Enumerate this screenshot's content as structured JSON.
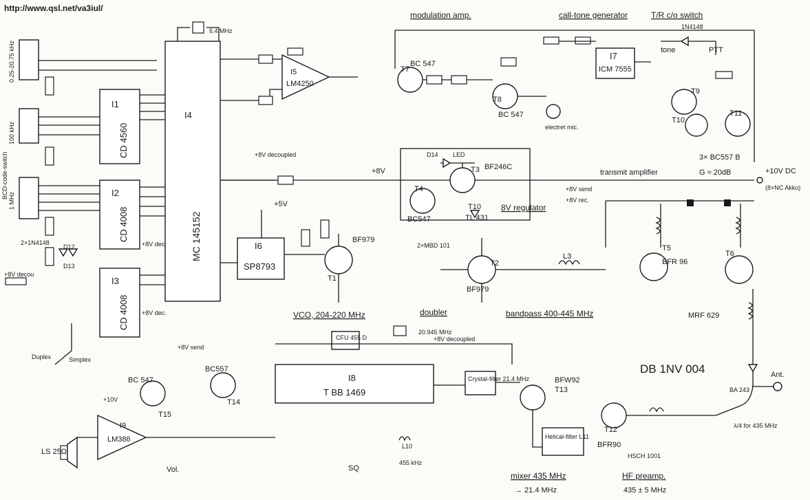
{
  "url": "http://www.qsl.net/va3iul/",
  "titles": {
    "modulation_amp": "modulation amp.",
    "call_tone": "call-tone generator",
    "tr_switch": "T/R c/o switch",
    "transmit_amp": "transmit amplifier",
    "gain": "G ≈ 20dB",
    "vco": "VCO, 204-220 MHz",
    "doubler": "doubler",
    "bandpass": "bandpass 400-445 MHz",
    "regulator": "8V regulator",
    "mixer": "mixer 435 MHz",
    "mixer_out": "→ 21.4 MHz",
    "hf_preamp": "HF preamp.",
    "hf_range": "435 ± 5 MHz",
    "design": "DB 1NV 004"
  },
  "ics": {
    "I1": {
      "ref": "I1",
      "part": "CD 4560"
    },
    "I2": {
      "ref": "I2",
      "part": "CD 4008"
    },
    "I3": {
      "ref": "I3",
      "part": "CD 4008"
    },
    "I4": {
      "ref": "I4",
      "part": "MC 145152"
    },
    "I5": {
      "ref": "I5",
      "part": "LM4250"
    },
    "I6": {
      "ref": "I6",
      "part": "SP8793"
    },
    "I7": {
      "ref": "I7",
      "part": "ICM 7555"
    },
    "I8": {
      "ref": "I8",
      "part": "T BB 1469"
    },
    "I9": {
      "ref": "I9",
      "part": "LM386"
    }
  },
  "transistors": {
    "T1": "T1",
    "T1p": "BF979",
    "T2": "T2",
    "T2p": "BF979",
    "T3": "T3",
    "T3p": "BF246C",
    "T4": "T4",
    "T4p": "BC547",
    "T5": "T5",
    "T5p": "BFR 96",
    "T6": "T6",
    "T6p": "MRF 629",
    "T7": "T7",
    "T7p": "BC 547",
    "T8": "T8",
    "T8p": "BC 547",
    "T9": "T9",
    "T10": "T10",
    "T11": "T11",
    "T9p": "3× BC557 B",
    "T12": "T12",
    "T12p": "BFR90",
    "T13": "T13",
    "T13p": "BFW92",
    "T14": "T14",
    "T14p": "BC557",
    "T15": "T15",
    "T15p": "BC 547",
    "T10r": "TL 431"
  },
  "misc": {
    "xtal": "6.4 MHz",
    "xtal2": "20.945 MHz",
    "cfu": "CFU 455 D",
    "xfilter": "Crystal-filter 21.4 MHz",
    "helical": "Helical-filter L11",
    "plus10": "+10V DC",
    "akku": "(8×NC Akku)",
    "plus5": "+5V",
    "plus8": "+8V",
    "plus10v": "+10V",
    "decoupled": "+8V decoupled",
    "decoupled2": "+8V decoupled",
    "send": "+8V send",
    "rec": "+8V rec.",
    "ant": "Ant.",
    "coax": "λ/4 for 435 MHz",
    "ls": "LS 25Ω",
    "vol": "Vol.",
    "sq": "SQ",
    "duplex": "Duplex",
    "simplex": "Simplex",
    "ptt": "PTT",
    "tone": "tone",
    "bcd": "BCD-code-switch",
    "sw_top": "0.25-20.75 kHz",
    "sw_mid": "100 kHz",
    "sw_bot": "1 MHz",
    "mic": "electret mic.",
    "led": "LED",
    "d14": "D14",
    "ifreq": "455 kHz",
    "l10": "L10",
    "tone_diode": "1N4148",
    "bandpass_l": "L3",
    "diodes": "2×MBD 101",
    "d12": "D12",
    "d13": "D13",
    "d12d13": "2×1N4148",
    "plus8dec": "+8V dec.",
    "plus8dec2": "+8V dec.",
    "plus8ant": "+8V decou",
    "plus8send": "+8V send",
    "ba243": "BA 243",
    "hsch": "HSCH 1001"
  }
}
